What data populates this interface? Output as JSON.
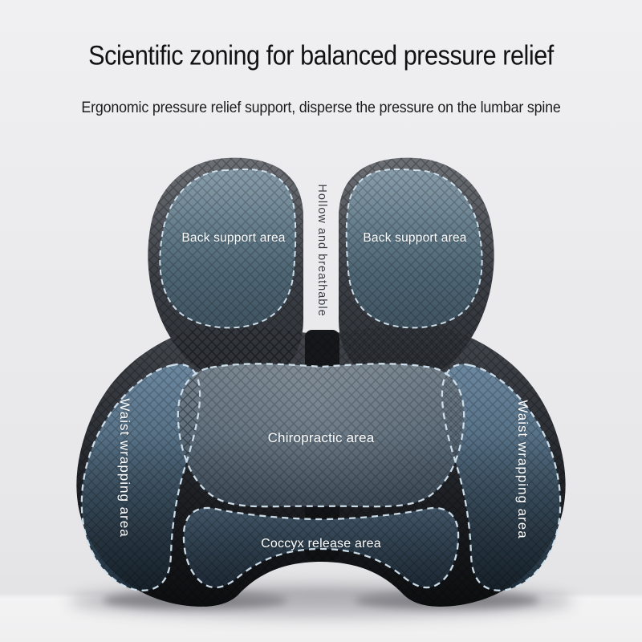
{
  "header": {
    "title": "Scientific zoning for balanced pressure relief",
    "subtitle": "Ergonomic pressure relief support, disperse the pressure on the lumbar spine"
  },
  "product": {
    "zones": [
      {
        "id": "back-support-left",
        "label": "Back support area"
      },
      {
        "id": "back-support-right",
        "label": "Back support area"
      },
      {
        "id": "hollow-channel",
        "label": "Hollow and breathable"
      },
      {
        "id": "waist-wrap-left",
        "label": "Waist wrapping area"
      },
      {
        "id": "waist-wrap-right",
        "label": "Waist wrapping area"
      },
      {
        "id": "chiropractic",
        "label": "Chiropractic area"
      },
      {
        "id": "coccyx-release",
        "label": "Coccyx release area"
      }
    ],
    "colors": {
      "background": "#ebebed",
      "fabric_dark": "#33373c",
      "zone_blue": "#5d7991",
      "dashed_outline": "#d3e4f0",
      "title_text": "#121212",
      "zone_label_text": "#ffffff",
      "hollow_label_text": "#3a3e44"
    }
  }
}
